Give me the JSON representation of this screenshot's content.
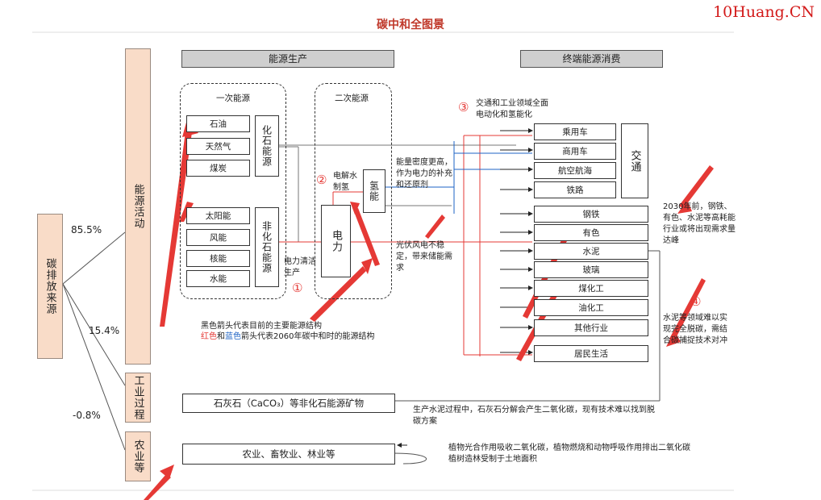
{
  "title": "碳中和全图景",
  "watermark": "10Huang.CN",
  "headers": {
    "production": "能源生产",
    "consumption": "终端能源消费"
  },
  "left": {
    "source": "碳排放来源",
    "energy_activity": "能源活动",
    "industrial_process": "工业过程",
    "agriculture": "农业等"
  },
  "percentages": {
    "energy": "85.5%",
    "industrial": "15.4%",
    "agriculture": "-0.8%"
  },
  "primary": {
    "label": "一次能源",
    "fossil_group": "化石能源",
    "fossil": [
      "石油",
      "天然气",
      "煤炭"
    ],
    "nonfossil_group": "非化石能源",
    "nonfossil": [
      "太阳能",
      "风能",
      "核能",
      "水能"
    ]
  },
  "secondary": {
    "label": "二次能源",
    "hydrogen": "氢能",
    "electricity": "电力"
  },
  "notes": {
    "electrolysis": "电解水制氢",
    "clean_power": "电力清洁生产",
    "density": "能量密度更高，作为电力的补充和还原剂",
    "pv": "光伏风电不稳定，带来储能需求",
    "transport": "交通和工业领域全面电动化和氢能化",
    "peak": "2030年前，钢铁、有色、水泥等高耗能行业或将出现需求量达峰",
    "cement_ccs": "水泥等领域难以实现完全脱碳，需结合碳捕捉技术对冲",
    "legend_black": "黑色箭头代表目前的主要能源结构",
    "legend_red_word": "红色",
    "legend_and": "和",
    "legend_blue_word": "蓝色",
    "legend_rest": "箭头代表2060年碳中和时的能源结构",
    "limestone_note": "生产水泥过程中，石灰石分解会产生二氧化碳，现有技术难以找到脱碳方案",
    "agri_note_1": "植物光合作用吸收二氧化碳，植物燃烧和动物呼吸作用排出二氧化碳",
    "agri_note_2": "植树造林受制于土地面积"
  },
  "circled": {
    "c1": "①",
    "c2": "②",
    "c3": "③",
    "c4": "④"
  },
  "consumption": {
    "transport_group": "交通",
    "transport": [
      "乘用车",
      "商用车",
      "航空航海",
      "铁路"
    ],
    "industry": [
      "钢铁",
      "有色",
      "水泥",
      "玻璃",
      "煤化工",
      "油化工",
      "其他行业",
      "居民生活"
    ]
  },
  "bottom": {
    "limestone": "石灰石（CaCO₃）等非化石能源矿物",
    "agri": "农业、畜牧业、林业等"
  },
  "colors": {
    "red": "#e53935",
    "blue": "#1e63c4",
    "peach": "#f9dcc8",
    "header": "#cfcfcf"
  }
}
